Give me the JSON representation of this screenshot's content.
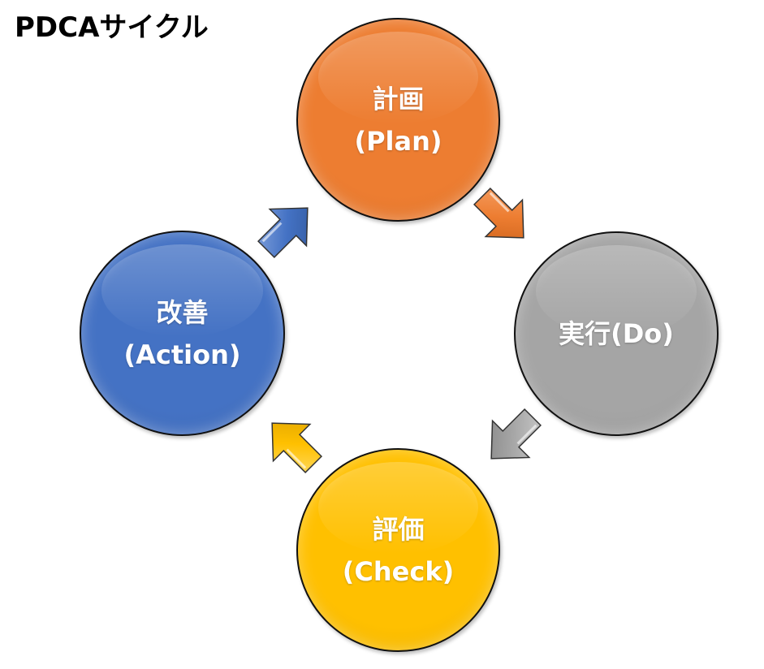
{
  "title": "PDCAサイクル",
  "nodes": {
    "plan": {
      "line1": "計画",
      "line2": "(Plan)",
      "color": "#ED7D31"
    },
    "do": {
      "line1": "実行(Do)",
      "color": "#A5A5A5"
    },
    "check": {
      "line1": "評価",
      "line2": "(Check)",
      "color": "#FFC000"
    },
    "action": {
      "line1": "改善",
      "line2": "(Action)",
      "color": "#4472C4"
    }
  },
  "arrows": [
    {
      "from": "plan",
      "to": "do",
      "color": "#ED7D31",
      "icon": "arrow-down-right"
    },
    {
      "from": "do",
      "to": "check",
      "color": "#A5A5A5",
      "icon": "arrow-down-left"
    },
    {
      "from": "check",
      "to": "action",
      "color": "#FFC000",
      "icon": "arrow-up-left"
    },
    {
      "from": "action",
      "to": "plan",
      "color": "#4472C4",
      "icon": "arrow-up-right"
    }
  ]
}
